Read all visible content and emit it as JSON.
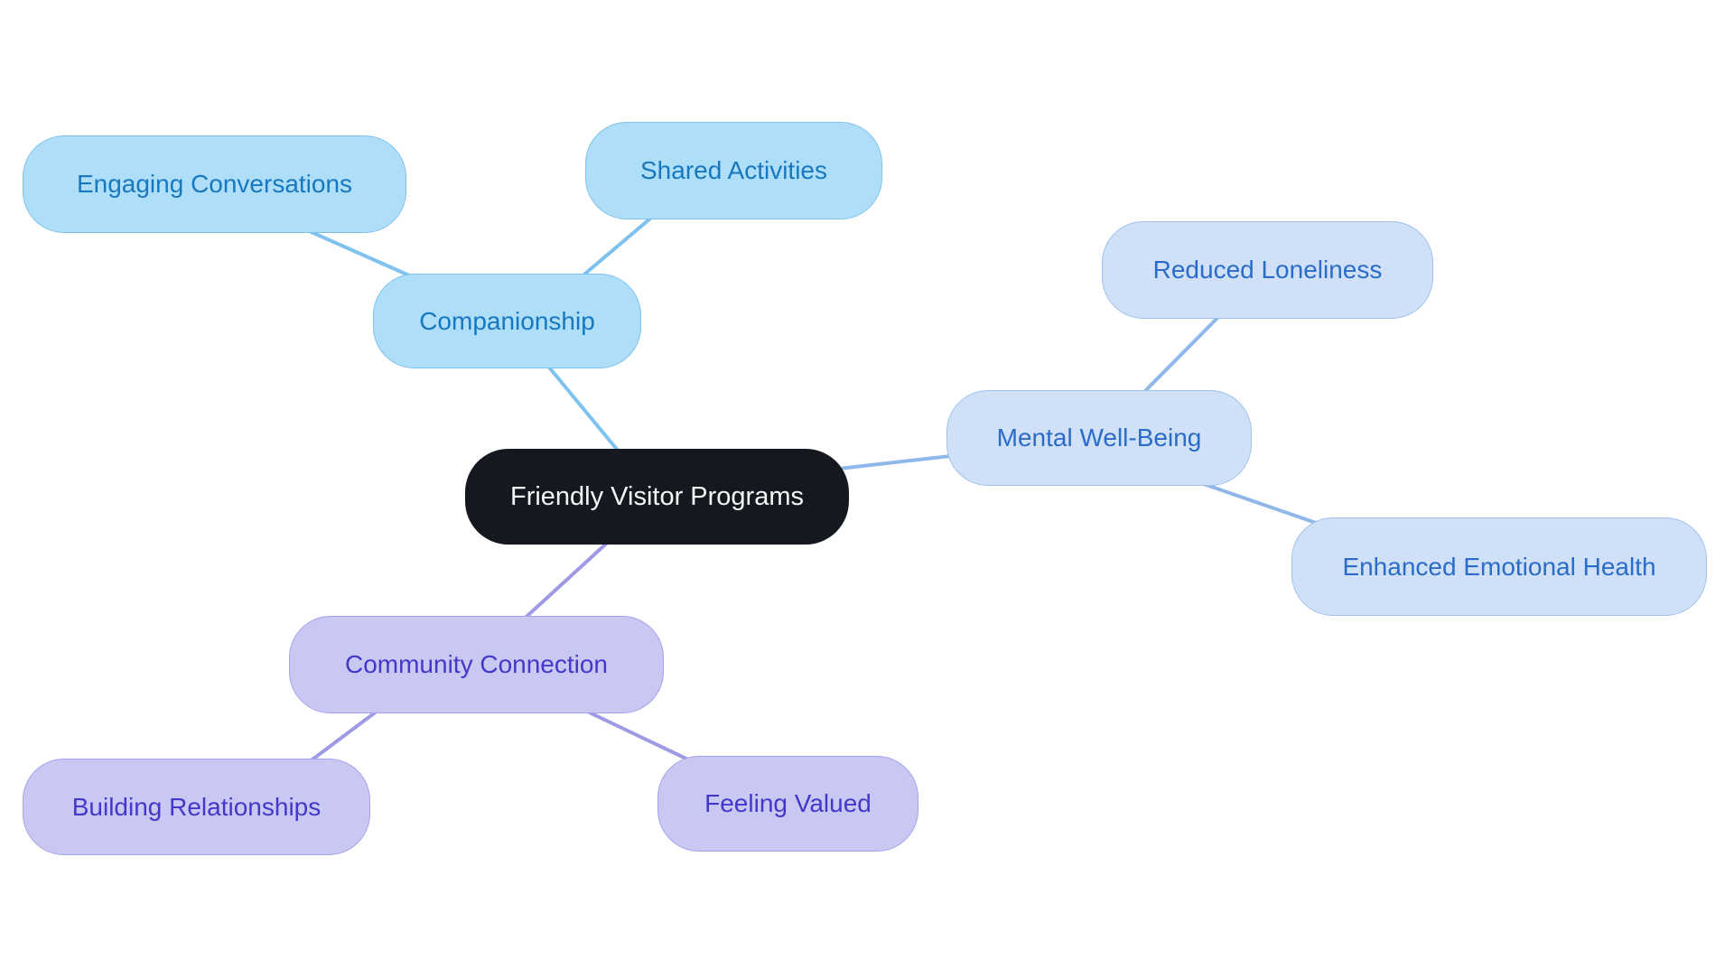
{
  "canvas": {
    "background": "#ffffff"
  },
  "mindmap": {
    "root": {
      "label": "Friendly Visitor Programs",
      "fill": "#15181f",
      "text_color": "#f5f6f8"
    },
    "branches": [
      {
        "label": "Companionship",
        "fill": "#aedef8",
        "border": "#7fc2ee",
        "text_color": "#1778bf",
        "line_color": "#7fc1ef",
        "children": [
          {
            "label": "Engaging Conversations"
          },
          {
            "label": "Shared Activities"
          }
        ]
      },
      {
        "label": "Mental Well-Being",
        "fill": "#cfe0f7",
        "border": "#a0c1ee",
        "text_color": "#2a6cc8",
        "line_color": "#90b7e9",
        "children": [
          {
            "label": "Reduced Loneliness"
          },
          {
            "label": "Enhanced Emotional Health"
          }
        ]
      },
      {
        "label": "Community Connection",
        "fill": "#c9c8f3",
        "border": "#a5a1eb",
        "text_color": "#4338c9",
        "line_color": "#9e9ae6",
        "children": [
          {
            "label": "Building Relationships"
          },
          {
            "label": "Feeling Valued"
          }
        ]
      }
    ]
  }
}
